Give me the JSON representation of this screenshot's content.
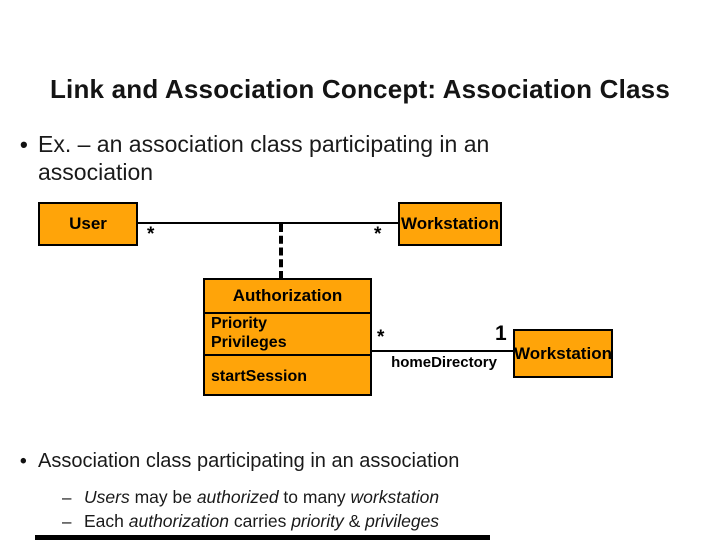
{
  "slide": {
    "title": "Link and Association Concept: Association Class",
    "bullet1": {
      "marker": "•",
      "text": "Ex. – an association class participating in an association"
    },
    "bullet2": {
      "marker": "•",
      "text": "Association class participating in an association"
    },
    "sub_bullet1": {
      "marker": "–",
      "segments": [
        {
          "t": "Users",
          "i": true
        },
        {
          "t": " may be ",
          "i": false
        },
        {
          "t": "authorized",
          "i": true
        },
        {
          "t": " to many ",
          "i": false
        },
        {
          "t": "workstation",
          "i": true
        }
      ]
    },
    "sub_bullet2": {
      "marker": "–",
      "segments": [
        {
          "t": "Each ",
          "i": false
        },
        {
          "t": "authorization",
          "i": true
        },
        {
          "t": " carries ",
          "i": false
        },
        {
          "t": "priority",
          "i": true
        },
        {
          "t": " & ",
          "i": false
        },
        {
          "t": "privileges",
          "i": true
        }
      ]
    }
  },
  "diagram": {
    "colors": {
      "box_fill": "#ffa409",
      "box_border": "#000000",
      "line": "#000000"
    },
    "user_class": {
      "name": "User"
    },
    "workstation_class": {
      "name": "Workstation"
    },
    "association_class": {
      "name": "Authorization",
      "attributes": [
        "Priority",
        "Privileges"
      ],
      "operations": [
        "startSession"
      ]
    },
    "workstation2_class": {
      "name": "Workstation"
    },
    "multiplicities": {
      "user_side": "*",
      "workstation_side": "*",
      "authorization_side": "*",
      "workstation2_side": "1"
    },
    "second_association_label": "homeDirectory"
  }
}
